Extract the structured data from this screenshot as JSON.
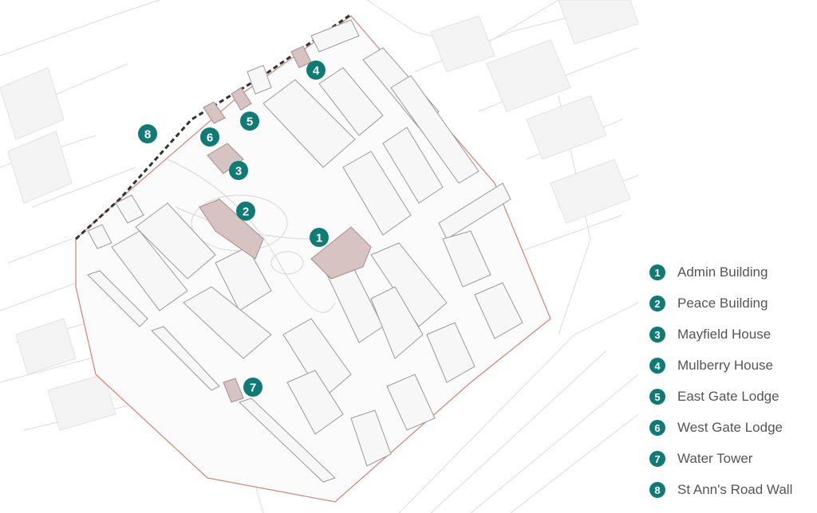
{
  "colors": {
    "accent": "#0e7b74",
    "heritage": "#d8c3c3",
    "heritage_stroke": "#a58d8d",
    "boundary": "#d9816c",
    "building_fill": "#f7f7f7",
    "building_stroke": "#9a9a9a"
  },
  "markers": [
    {
      "number": "1",
      "name": "Admin Building"
    },
    {
      "number": "2",
      "name": "Peace Building"
    },
    {
      "number": "3",
      "name": "Mayfield House"
    },
    {
      "number": "4",
      "name": "Mulberry House"
    },
    {
      "number": "5",
      "name": "East Gate Lodge"
    },
    {
      "number": "6",
      "name": "West Gate Lodge"
    },
    {
      "number": "7",
      "name": "Water Tower"
    },
    {
      "number": "8",
      "name": "St Ann's Road Wall"
    }
  ],
  "legend": {
    "items": [
      {
        "number": "1",
        "label": "Admin Building"
      },
      {
        "number": "2",
        "label": "Peace Building"
      },
      {
        "number": "3",
        "label": "Mayfield House"
      },
      {
        "number": "4",
        "label": "Mulberry House"
      },
      {
        "number": "5",
        "label": "East Gate Lodge"
      },
      {
        "number": "6",
        "label": "West Gate Lodge"
      },
      {
        "number": "7",
        "label": "Water Tower"
      },
      {
        "number": "8",
        "label": "St Ann's Road Wall"
      }
    ]
  }
}
